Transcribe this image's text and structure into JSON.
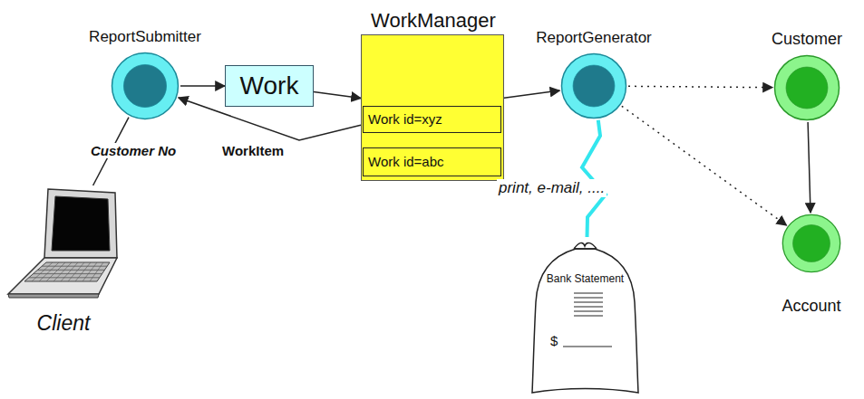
{
  "diagram": {
    "nodes": [
      {
        "text": [
          "ReportSubmitter"
        ]
      },
      {
        "text": [
          "Work"
        ]
      },
      {
        "text": [
          "WorkManager"
        ]
      },
      {
        "text": [
          "Work id=xyz"
        ],
        "in": 2
      },
      {
        "text": [
          "Work id=abc"
        ],
        "in": 2
      },
      {
        "text": [
          "ReportGenerator"
        ]
      },
      {
        "text": [
          "Customer"
        ]
      },
      {
        "text": [
          "Account"
        ]
      },
      {
        "text": [
          "Client"
        ]
      },
      {
        "text": [
          "Bank Statement",
          "$"
        ]
      }
    ],
    "edges": [
      {
        "from": 0,
        "to": 1,
        "arrow": "to"
      },
      {
        "from": 1,
        "to": 2,
        "arrow": "to"
      },
      {
        "from": 2,
        "to": 0,
        "label": "WorkItem",
        "arrow": "to"
      },
      {
        "from": 8,
        "to": 0,
        "label": "Customer No",
        "arrow": "none"
      },
      {
        "from": 2,
        "to": 5,
        "arrow": "to"
      },
      {
        "from": 5,
        "to": 6,
        "arrow": "to"
      },
      {
        "from": 5,
        "to": 7,
        "arrow": "to"
      },
      {
        "from": 6,
        "to": 7,
        "arrow": "to"
      },
      {
        "from": 5,
        "to": 9,
        "label": "print, e-mail, ....",
        "arrow": "none"
      }
    ]
  }
}
